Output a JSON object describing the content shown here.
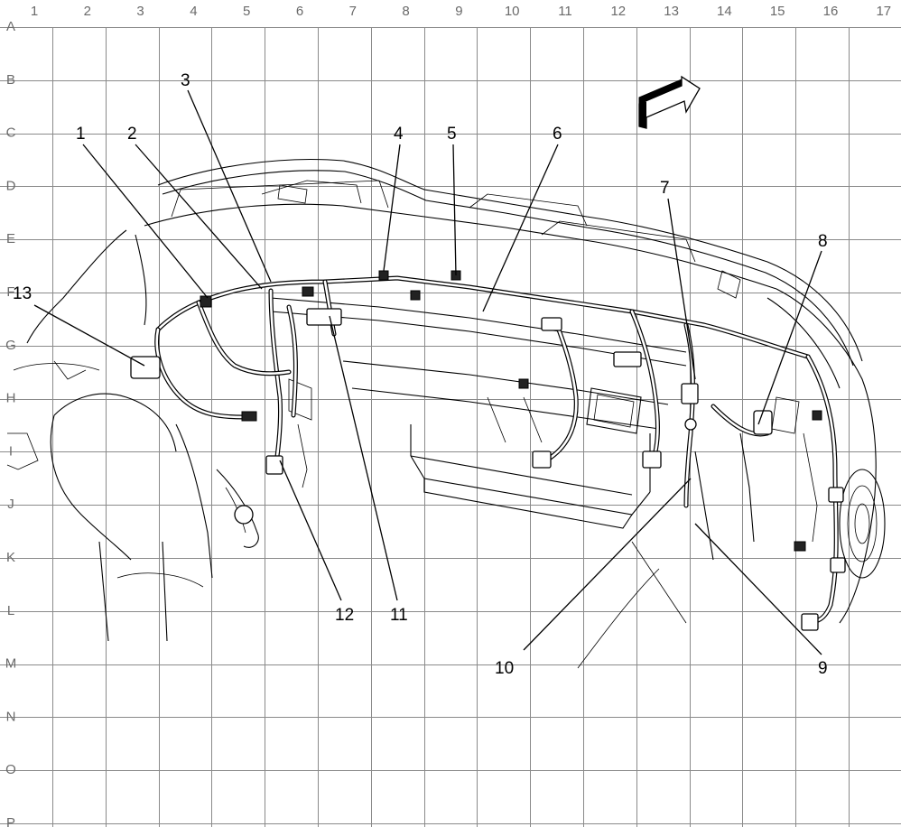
{
  "grid": {
    "columns": [
      "1",
      "2",
      "3",
      "4",
      "5",
      "6",
      "7",
      "8",
      "9",
      "10",
      "11",
      "12",
      "13",
      "14",
      "15",
      "16",
      "17"
    ],
    "rows": [
      "A",
      "B",
      "C",
      "D",
      "E",
      "F",
      "G",
      "H",
      "I",
      "J",
      "K",
      "L",
      "M",
      "N",
      "O",
      "P"
    ]
  },
  "callouts": [
    "1",
    "2",
    "3",
    "4",
    "5",
    "6",
    "7",
    "8",
    "9",
    "10",
    "11",
    "12",
    "13"
  ],
  "orientation_icon": "forward-arrow-icon",
  "colors": {
    "line": "#000000",
    "grid": "#8a8a8a",
    "background": "#ffffff"
  }
}
